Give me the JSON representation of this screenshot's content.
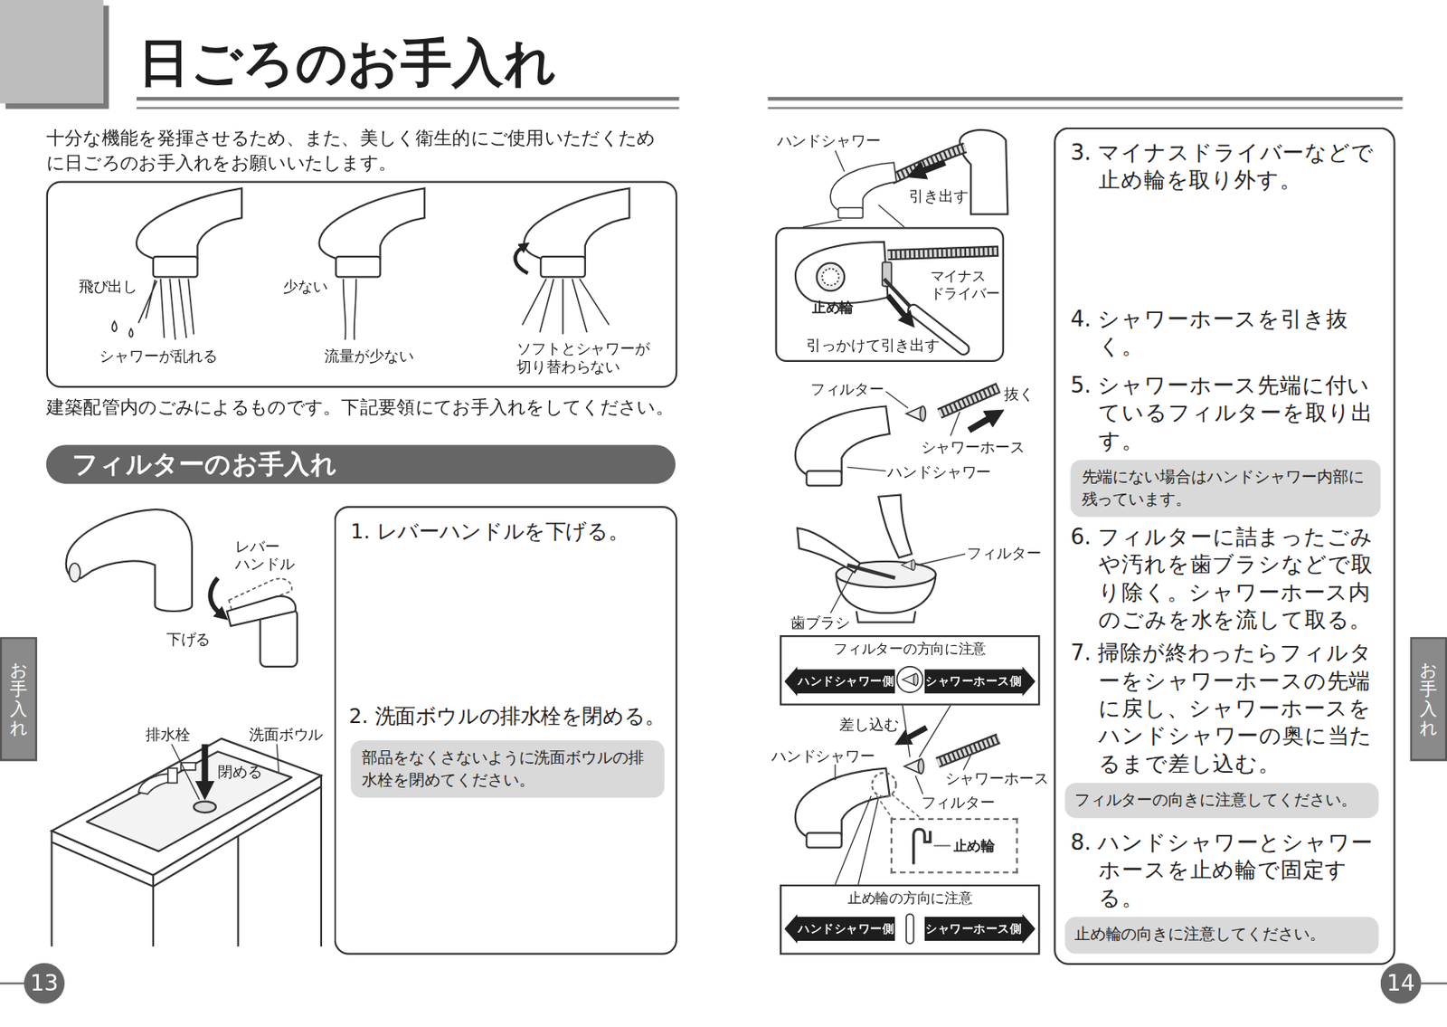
{
  "diagram": {
    "title": "日ごろのお手入れ",
    "nodes": [
      {
        "text": [
          "飛び出し",
          "シャワーが乱れる",
          "少ない",
          "流量が少ない",
          "ソフトとシャワーが 切り替わらない"
        ]
      },
      {
        "text": [
          "フィルターのお手入れ"
        ]
      },
      {
        "text": [
          "1. レバーハンドルを下げる。",
          "2. 洗面ボウルの排水栓を閉める。"
        ]
      },
      {
        "text": [
          "部品をなくさないように洗面ボウルの排水栓を閉めてください。"
        ],
        "in": 2
      },
      {
        "text": [
          "お手入れ"
        ]
      },
      {
        "text": [
          "13"
        ]
      },
      {
        "text": [
          "マイナス ドライバー",
          "止め輪",
          "引っかけて引き出す"
        ]
      },
      {
        "text": [
          "フィルターの方向に注意"
        ]
      },
      {
        "text": [
          "ハンドシャワー側"
        ],
        "in": 7
      },
      {
        "text": [
          "シャワーホース側"
        ],
        "in": 7
      },
      {
        "text": [
          "止め輪"
        ]
      },
      {
        "text": [
          "止め輪の方向に注意"
        ]
      },
      {
        "text": [
          "ハンドシャワー側"
        ],
        "in": 11
      },
      {
        "text": [
          "シャワーホース側"
        ],
        "in": 11
      },
      {
        "text": [
          "3. マイナスドライバーなどで止め輪を取り外す。",
          "4. シャワーホースを引き抜く。",
          "5. シャワーホース先端に付いているフィルターを取り出す。",
          "6. フィルターに詰まったごみや汚れを歯ブラシなどで取り除く。シャワーホース内のごみを水を流して取る。",
          "7. 掃除が終わったらフィルターをシャワーホースの先端に戻し、シャワーホースをハンドシャワーの奥に当たるまで差し込む。",
          "8. ハンドシャワーとシャワーホースを止め輪で固定する。"
        ]
      },
      {
        "text": [
          "先端にない場合はハンドシャワー内部に残っています。"
        ],
        "in": 14
      },
      {
        "text": [
          "フィルターの向きに注意してください。"
        ],
        "in": 14
      },
      {
        "text": [
          "止め輪の向きに注意してください。"
        ],
        "in": 14
      },
      {
        "text": [
          "お手入れ"
        ]
      },
      {
        "text": [
          "14"
        ]
      }
    ],
    "labels": [
      "十分な機能を発揮させるため、また、美しく衛生的にご使用いただくために日ごろのお手入れをお願いいたします。",
      "建築配管内のごみによるものです。下記要領にてお手入れをしてください。",
      "レバー ハンドル",
      "下げる",
      "排水栓",
      "洗面ボウル",
      "閉める",
      "ハンドシャワー",
      "引き出す",
      "フィルター",
      "抜く",
      "シャワーホース",
      "ハンドシャワー",
      "フィルター",
      "歯ブラシ",
      "差し込む",
      "ハンドシャワー",
      "シャワーホース",
      "フィルター"
    ]
  }
}
